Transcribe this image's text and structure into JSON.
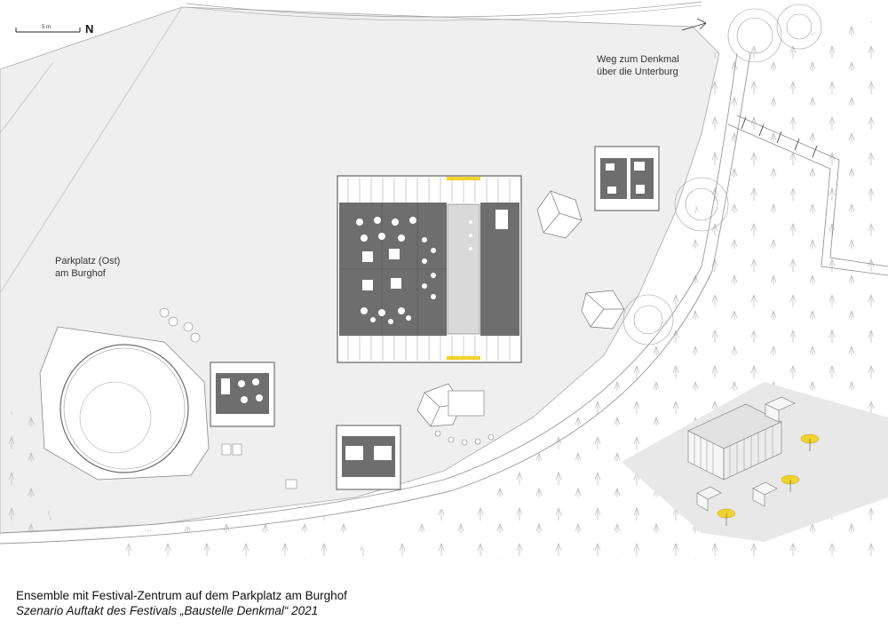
{
  "scale_bar": {
    "label": "5 m",
    "north": "N"
  },
  "labels": {
    "path_line1": "Weg zum Denkmal",
    "path_line2": "über die Unterburg",
    "parking_line1": "Parkplatz (Ost)",
    "parking_line2": "am Burghof"
  },
  "caption": {
    "title": "Ensemble mit Festival-Zentrum auf dem Parkplatz am Burghof",
    "subtitle": "Szenario Auftakt des Festivals „Baustelle Denkmal“ 2021"
  },
  "colors": {
    "ground": "#efefef",
    "building_fill": "#6e6e6e",
    "accent": "#f2d32b",
    "line": "#8a8a8a"
  }
}
